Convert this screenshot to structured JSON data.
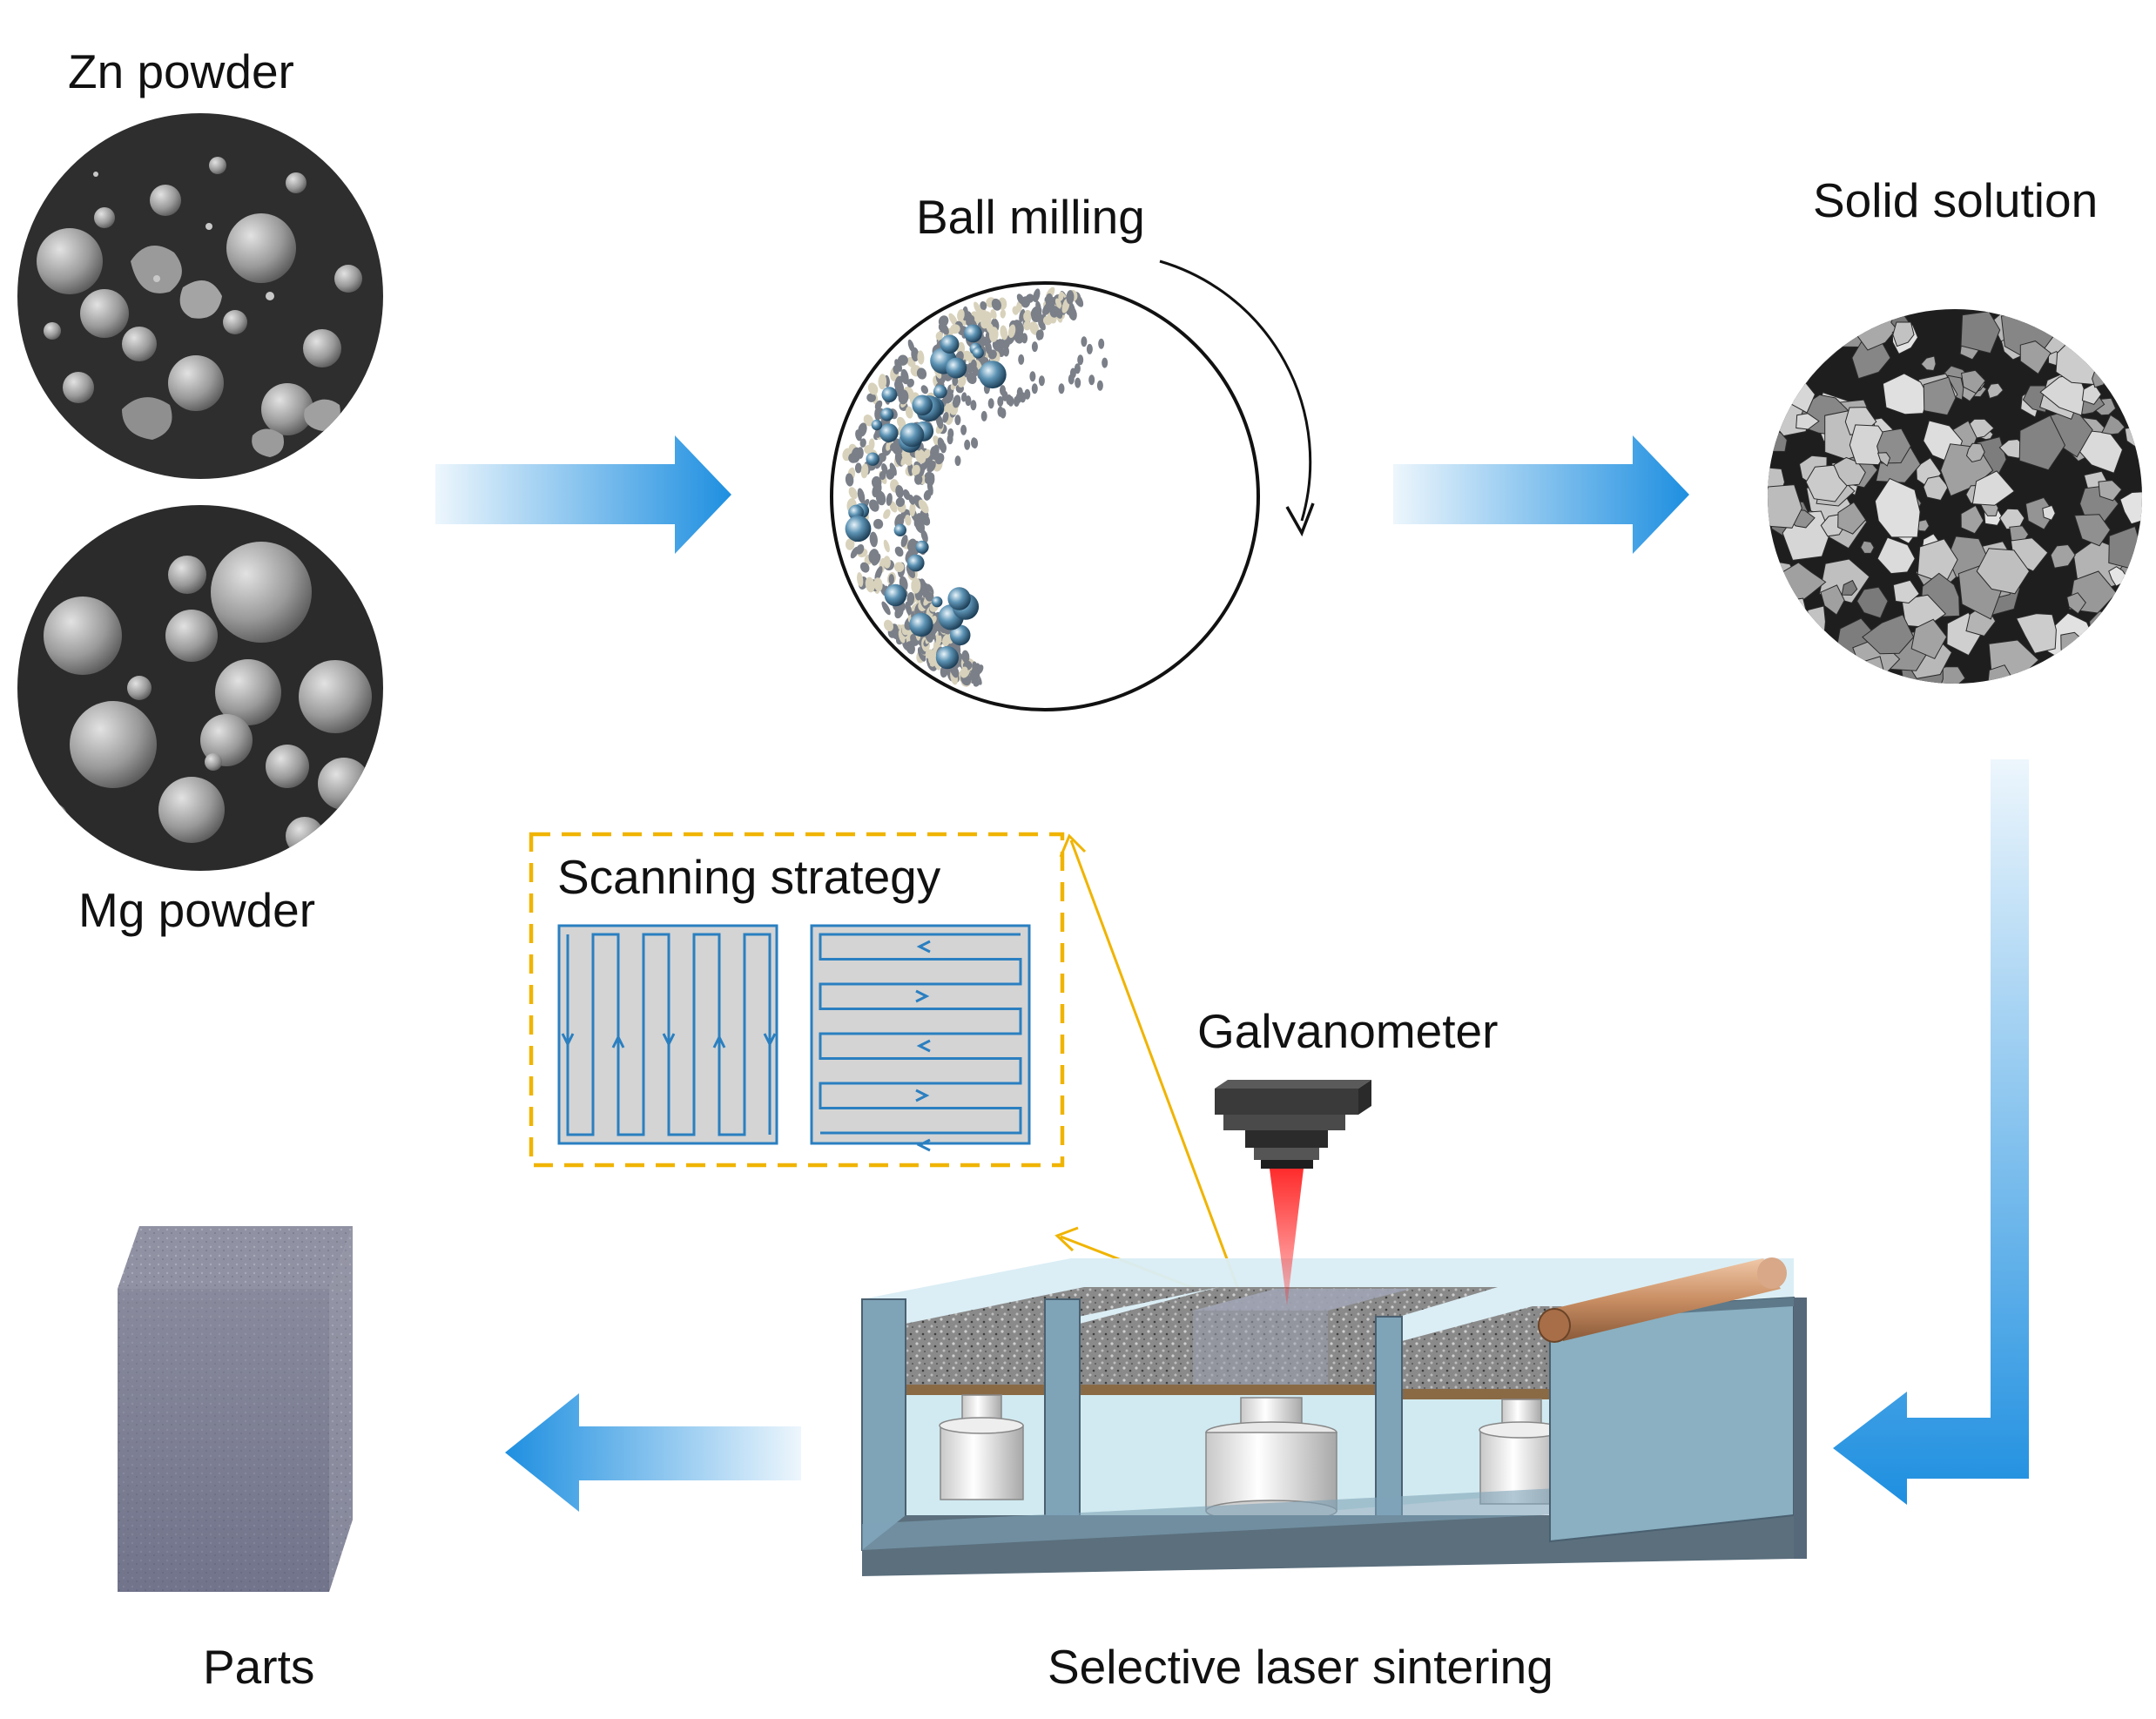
{
  "labels": {
    "zn_powder": "Zn powder",
    "mg_powder": "Mg powder",
    "ball_milling": "Ball milling",
    "solid_solution": "Solid solution",
    "scanning_strategy": "Scanning strategy",
    "galvanometer": "Galvanometer",
    "parts": "Parts",
    "selective_laser_sintering": "Selective laser sintering"
  },
  "colors": {
    "flow_arrow": "#1e8fe0",
    "callout_border": "#f0b400",
    "scan_path": "#2a7fc0",
    "laser": "#e01010",
    "sem_background": "#2b2b2b",
    "machine_wall": "#7fa4b8",
    "roller": "#c89068"
  }
}
